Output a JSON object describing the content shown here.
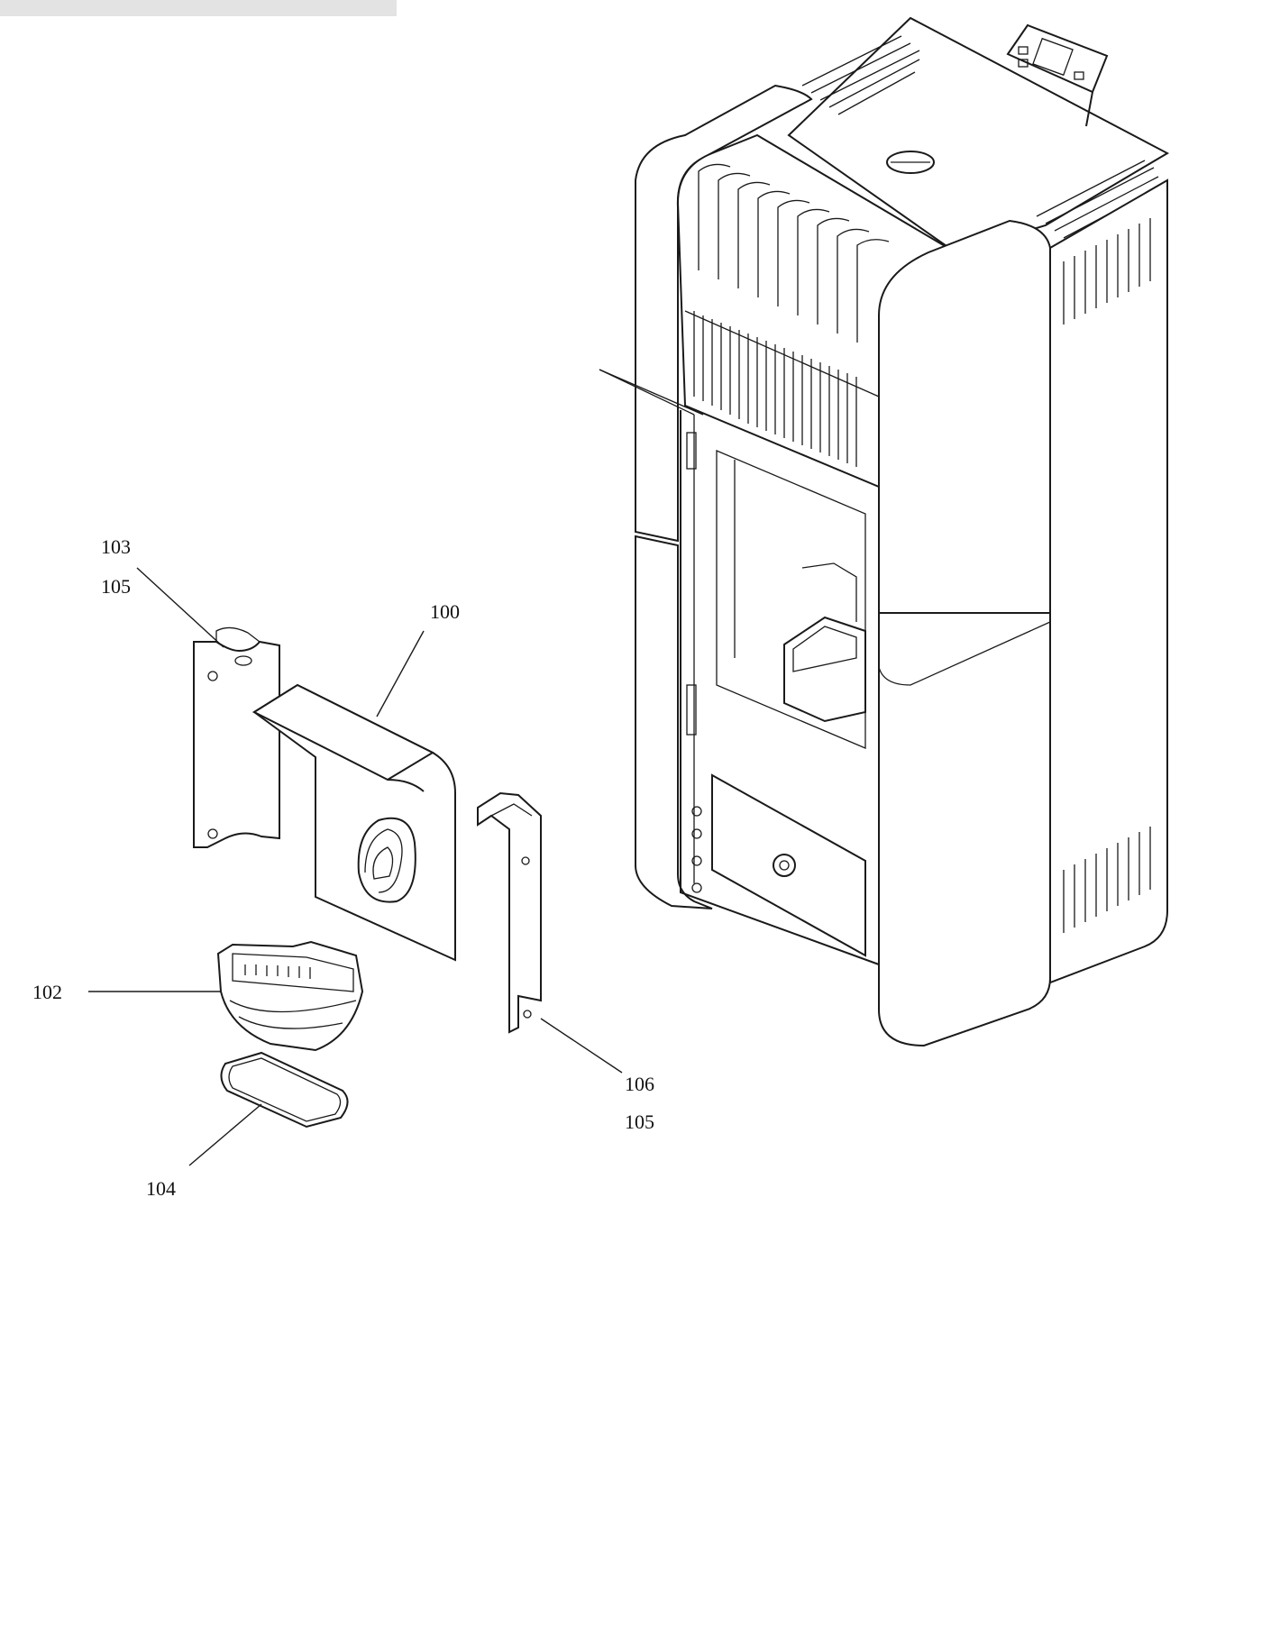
{
  "labels": {
    "p100": "100",
    "p102": "102",
    "p103": "103",
    "p104": "104",
    "p105a": "105",
    "p105b": "105",
    "p106": "106"
  },
  "colors": {
    "line": "#1a1a1a",
    "header_bar": "#e3e3e3",
    "background": "#ffffff"
  }
}
